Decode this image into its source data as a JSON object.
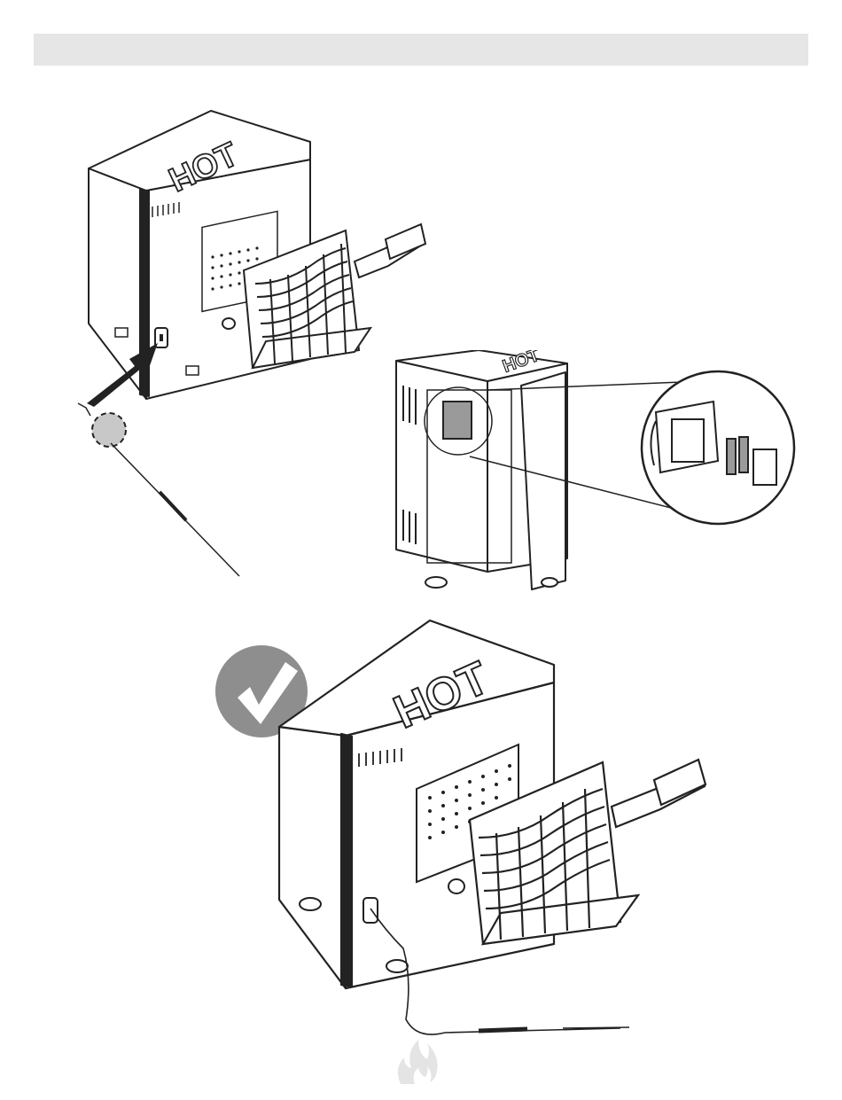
{
  "header_bar": {
    "text": ""
  },
  "figures": {
    "top_left": {
      "lid_text": "HOT"
    },
    "middle_right": {
      "lid_text": "HOT"
    },
    "bottom": {
      "lid_text": "HOT"
    }
  },
  "colors": {
    "header_bar": "#e6e6e7",
    "line": "#222222",
    "checkmark_badge": "#8e8e8e",
    "probe_port_highlight": "#c8c8c8",
    "battery_fill": "#9a9a9a",
    "footer_logo": "#e4e4e4"
  },
  "icons": [
    "arrow-icon",
    "checkmark-icon",
    "flame-logo-icon"
  ]
}
